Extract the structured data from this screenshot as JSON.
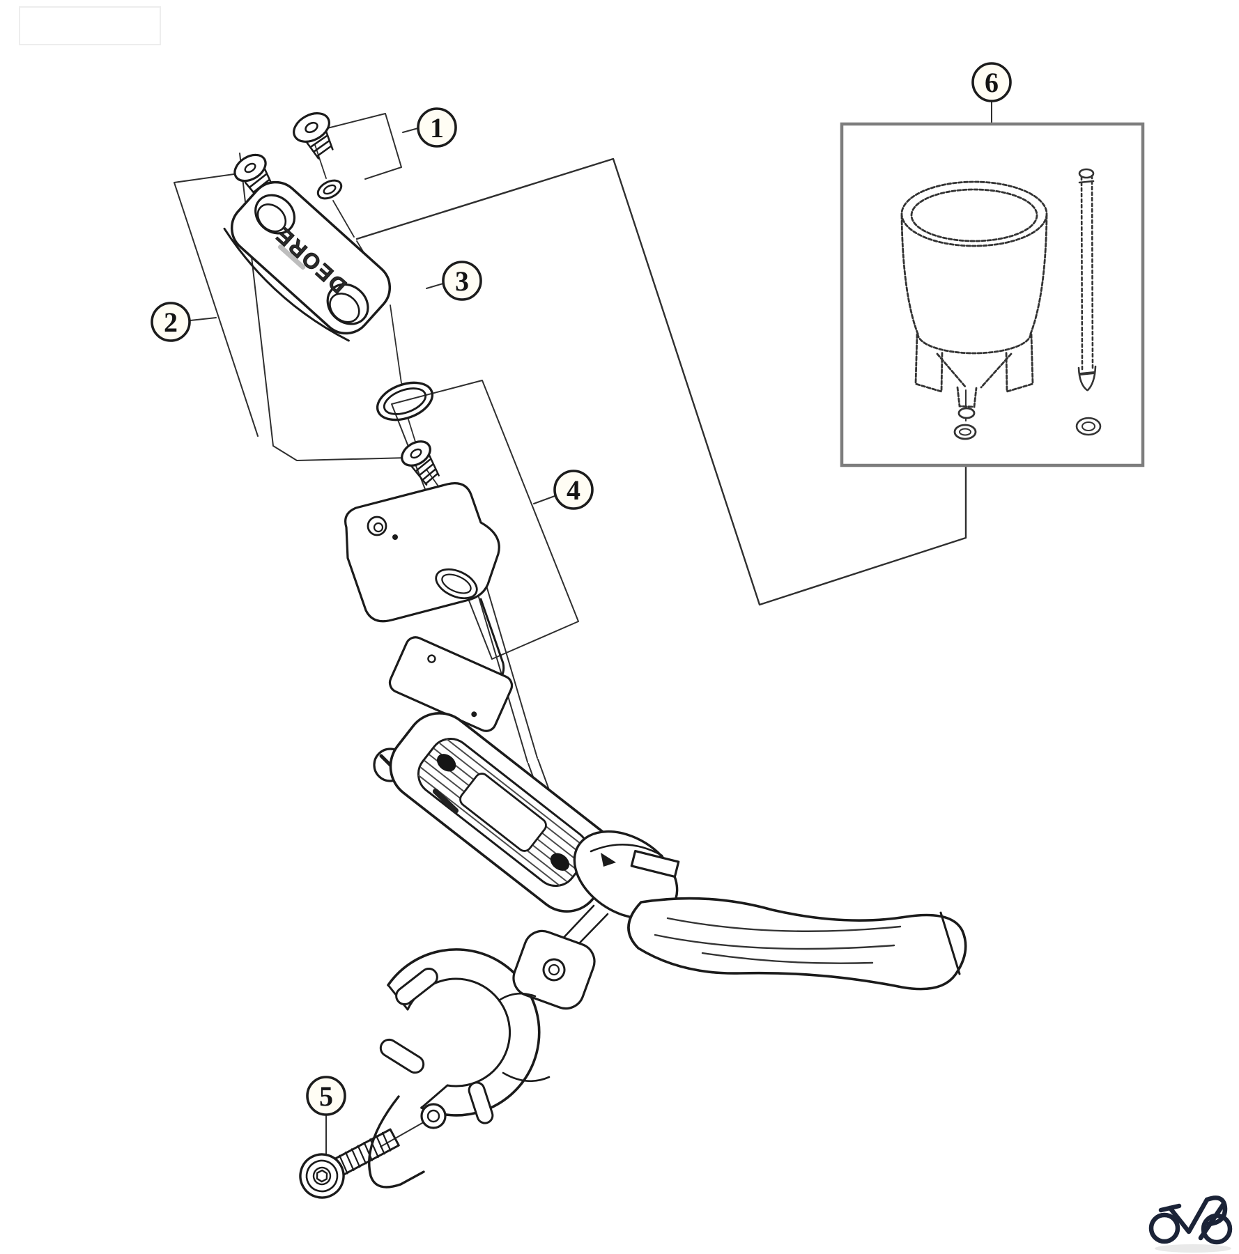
{
  "page": {
    "background": "#ffffff",
    "kind_label": ""
  },
  "callouts": [
    {
      "label": "1"
    },
    {
      "label": "2"
    },
    {
      "label": "3"
    },
    {
      "label": "4"
    },
    {
      "label": "5"
    },
    {
      "label": "6"
    }
  ],
  "clamp": {
    "logo": "DEORE"
  },
  "watermark": {
    "icon": "bicycle-logo",
    "color": "#1b2337"
  },
  "colors": {
    "line": "#1b1b1b",
    "inset_border": "#7d7d7d",
    "leader": "#2f2f2f"
  }
}
